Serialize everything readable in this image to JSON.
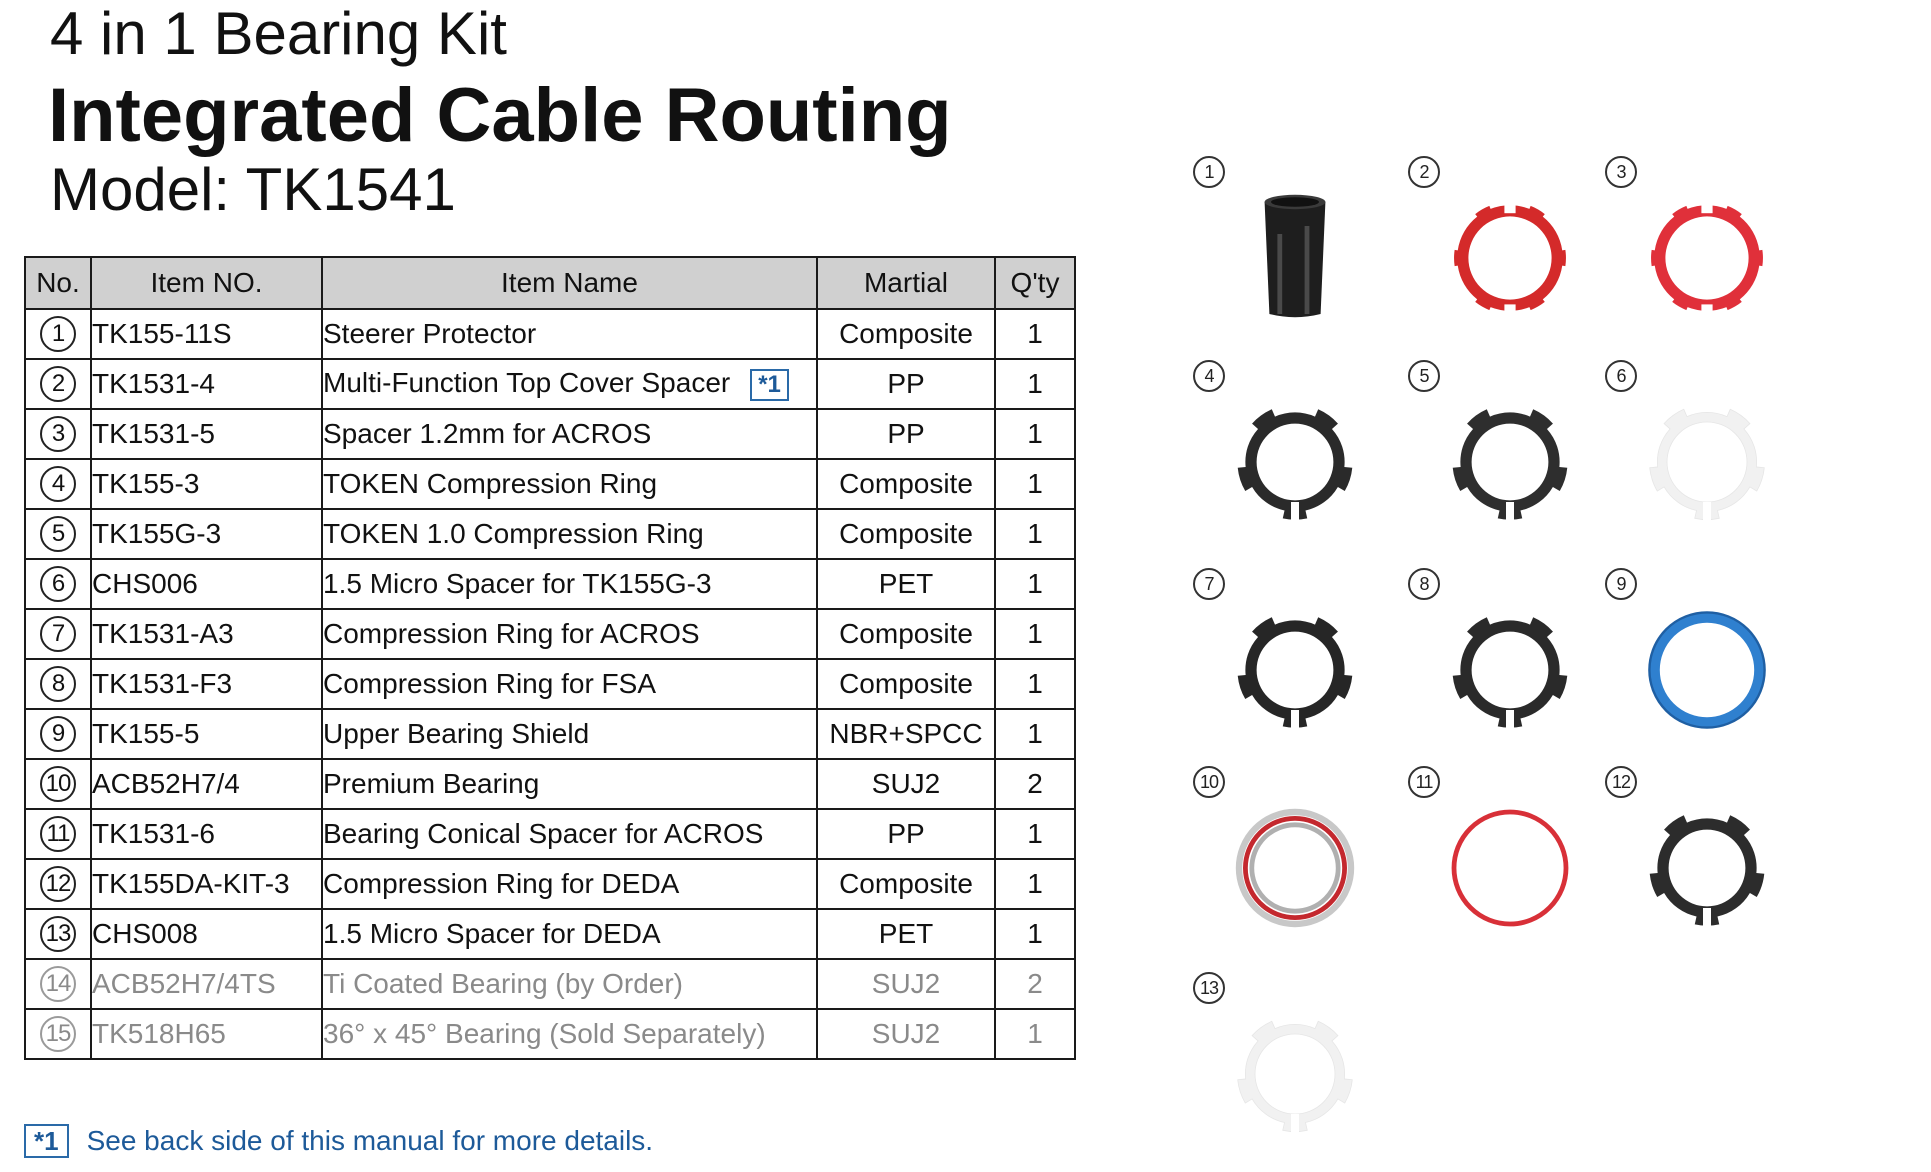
{
  "header": {
    "line1": "4 in 1 Bearing Kit",
    "line2": "Integrated Cable Routing",
    "line3": "Model: TK1541"
  },
  "table": {
    "headers": [
      "No.",
      "Item NO.",
      "Item Name",
      "Martial",
      "Q'ty"
    ],
    "rows": [
      {
        "no": "1",
        "item": "TK155-11S",
        "name": "Steerer Protector",
        "material": "Composite",
        "qty": "1"
      },
      {
        "no": "2",
        "item": "TK1531-4",
        "name": "Multi-Function Top Cover Spacer",
        "note": "*1",
        "material": "PP",
        "qty": "1"
      },
      {
        "no": "3",
        "item": "TK1531-5",
        "name": "Spacer 1.2mm  for ACROS",
        "material": "PP",
        "qty": "1"
      },
      {
        "no": "4",
        "item": "TK155-3",
        "name": "TOKEN Compression Ring",
        "material": "Composite",
        "qty": "1"
      },
      {
        "no": "5",
        "item": "TK155G-3",
        "name": "TOKEN 1.0 Compression Ring",
        "material": "Composite",
        "qty": "1"
      },
      {
        "no": "6",
        "item": "CHS006",
        "name": "1.5 Micro Spacer for TK155G-3",
        "material": "PET",
        "qty": "1"
      },
      {
        "no": "7",
        "item": "TK1531-A3",
        "name": "Compression Ring for ACROS",
        "material": "Composite",
        "qty": "1"
      },
      {
        "no": "8",
        "item": "TK1531-F3",
        "name": "Compression Ring for FSA",
        "material": "Composite",
        "qty": "1"
      },
      {
        "no": "9",
        "item": "TK155-5",
        "name": "Upper Bearing Shield",
        "material": "NBR+SPCC",
        "qty": "1"
      },
      {
        "no": "10",
        "item": "ACB52H7/4",
        "name": "Premium Bearing",
        "material": "SUJ2",
        "qty": "2"
      },
      {
        "no": "11",
        "item": "TK1531-6",
        "name": "Bearing Conical Spacer  for ACROS",
        "material": "PP",
        "qty": "1"
      },
      {
        "no": "12",
        "item": "TK155DA-KIT-3",
        "name": "Compression Ring for DEDA",
        "material": "Composite",
        "qty": "1"
      },
      {
        "no": "13",
        "item": "CHS008",
        "name": "1.5 Micro Spacer for DEDA",
        "material": "PET",
        "qty": "1"
      },
      {
        "no": "14",
        "item": "ACB52H7/4TS",
        "name": "Ti Coated Bearing  (by Order)",
        "material": "SUJ2",
        "qty": "2",
        "muted": true
      },
      {
        "no": "15",
        "item": "TK518H65",
        "name": "36° x 45° Bearing  (Sold Separately)",
        "material": "SUJ2",
        "qty": "1",
        "muted": true
      }
    ]
  },
  "footnote": {
    "marker": "*1",
    "text": "See back side of this manual for more details."
  },
  "parts": [
    {
      "label": "1",
      "icon": "steerer-protector-icon",
      "color": "#1e1e1e"
    },
    {
      "label": "2",
      "icon": "top-cover-spacer-icon",
      "color": "#d42a2a"
    },
    {
      "label": "3",
      "icon": "spacer-ring-icon",
      "color": "#e0303a"
    },
    {
      "label": "4",
      "icon": "compression-ring-icon",
      "color": "#2a2a2a"
    },
    {
      "label": "5",
      "icon": "compression-ring-icon",
      "color": "#2e2e2e"
    },
    {
      "label": "6",
      "icon": "micro-spacer-icon",
      "color": "#f1f1f1"
    },
    {
      "label": "7",
      "icon": "compression-ring-icon",
      "color": "#262626"
    },
    {
      "label": "8",
      "icon": "compression-ring-icon",
      "color": "#2a2a2a"
    },
    {
      "label": "9",
      "icon": "bearing-shield-icon",
      "color": "#2f80cf"
    },
    {
      "label": "10",
      "icon": "bearing-icon",
      "color": "#c4282e"
    },
    {
      "label": "11",
      "icon": "conical-spacer-icon",
      "color": "#d83038"
    },
    {
      "label": "12",
      "icon": "compression-ring-icon",
      "color": "#2c2c2c"
    },
    {
      "label": "13",
      "icon": "micro-spacer-icon",
      "color": "#f1f1f1"
    }
  ]
}
